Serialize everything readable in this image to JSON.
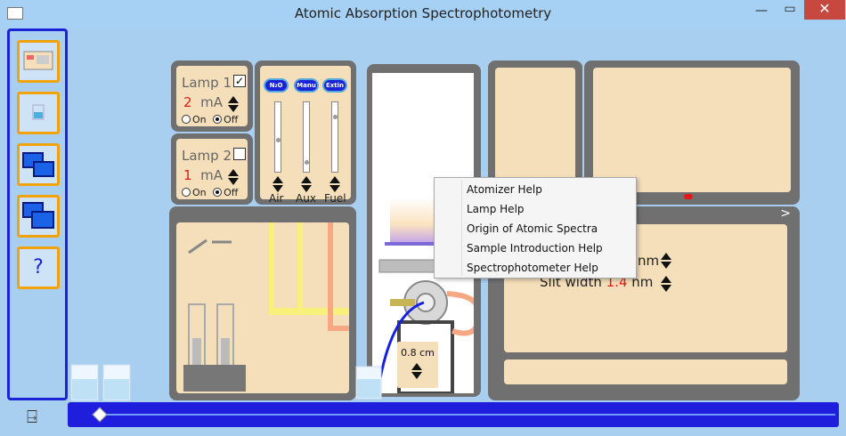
{
  "window": {
    "title": "Atomic Absorption Spectrophotometry"
  },
  "nav": {
    "help_label": "?"
  },
  "lamp1": {
    "label": "Lamp 1",
    "checked": true,
    "current": "2",
    "unit": "mA",
    "on_label": "On",
    "off_label": "Off",
    "selected": "Off"
  },
  "lamp2": {
    "label": "Lamp 2",
    "checked": false,
    "current": "1",
    "unit": "mA",
    "on_label": "On",
    "off_label": "Off",
    "selected": "Off"
  },
  "gas": {
    "buttons": [
      "N₂O",
      "Manu",
      "Extin"
    ],
    "labels": [
      "Air",
      "Aux",
      "Fuel"
    ],
    "levels": [
      0.55,
      0.9,
      0.2
    ]
  },
  "burner": {
    "depth": "0.8 cm"
  },
  "monochromator": {
    "wavelength_unit": "nm",
    "slit_label": "Slit width",
    "slit_value": "1.4",
    "slit_unit": "nm",
    "arrow": ">"
  },
  "context_menu": {
    "items": [
      "Atomizer Help",
      "Lamp Help",
      "Origin of Atomic Spectra",
      "Sample Introduction Help",
      "Spectrophotometer Help"
    ]
  },
  "colors": {
    "nav_border": "#1a23d6",
    "nav_button_border": "#f2a20a",
    "accent_blue": "#1e1edc",
    "panel": "#707070",
    "panel_fill": "#f5dfba"
  }
}
